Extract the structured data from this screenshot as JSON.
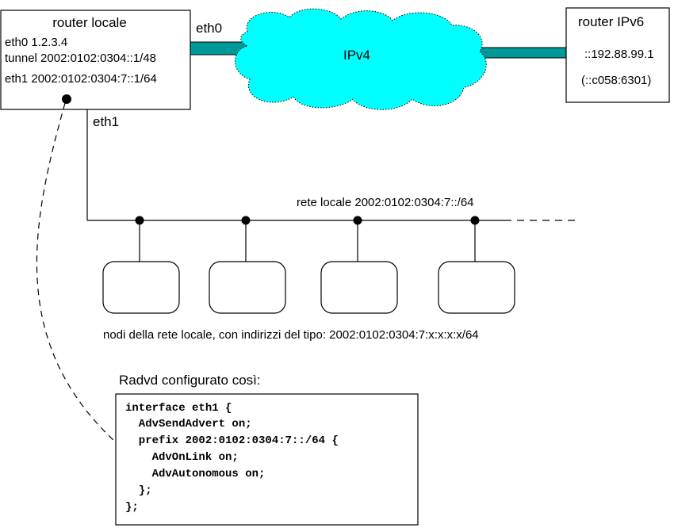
{
  "local_router": {
    "title": "router locale",
    "eth0": "eth0 1.2.3.4",
    "tunnel": "tunnel 2002:0102:0304::1/48",
    "eth1": "eth1 2002:0102:0304:7::1/64"
  },
  "labels": {
    "eth0": "eth0",
    "eth1": "eth1"
  },
  "cloud": {
    "label": "IPv4",
    "fill": "#00ffff"
  },
  "ipv6_router": {
    "title": "router IPv6",
    "address": "::192.88.99.1",
    "hex": "(::c058:6301)"
  },
  "lan": {
    "label": "rete locale 2002:0102:0304:7::/64",
    "nodes_caption": "nodi della rete locale, con indirizzi del tipo: 2002:0102:0304:7:x:x:x:x/64"
  },
  "radvd": {
    "caption": "Radvd configurato così:",
    "lines": [
      "interface eth1 {",
      "  AdvSendAdvert on;",
      "  prefix 2002:0102:0304:7::/64 {",
      "    AdvOnLink on;",
      "    AdvAutonomous on;",
      "  };",
      "};"
    ]
  },
  "colors": {
    "link": "#009999",
    "stroke": "#000000"
  }
}
